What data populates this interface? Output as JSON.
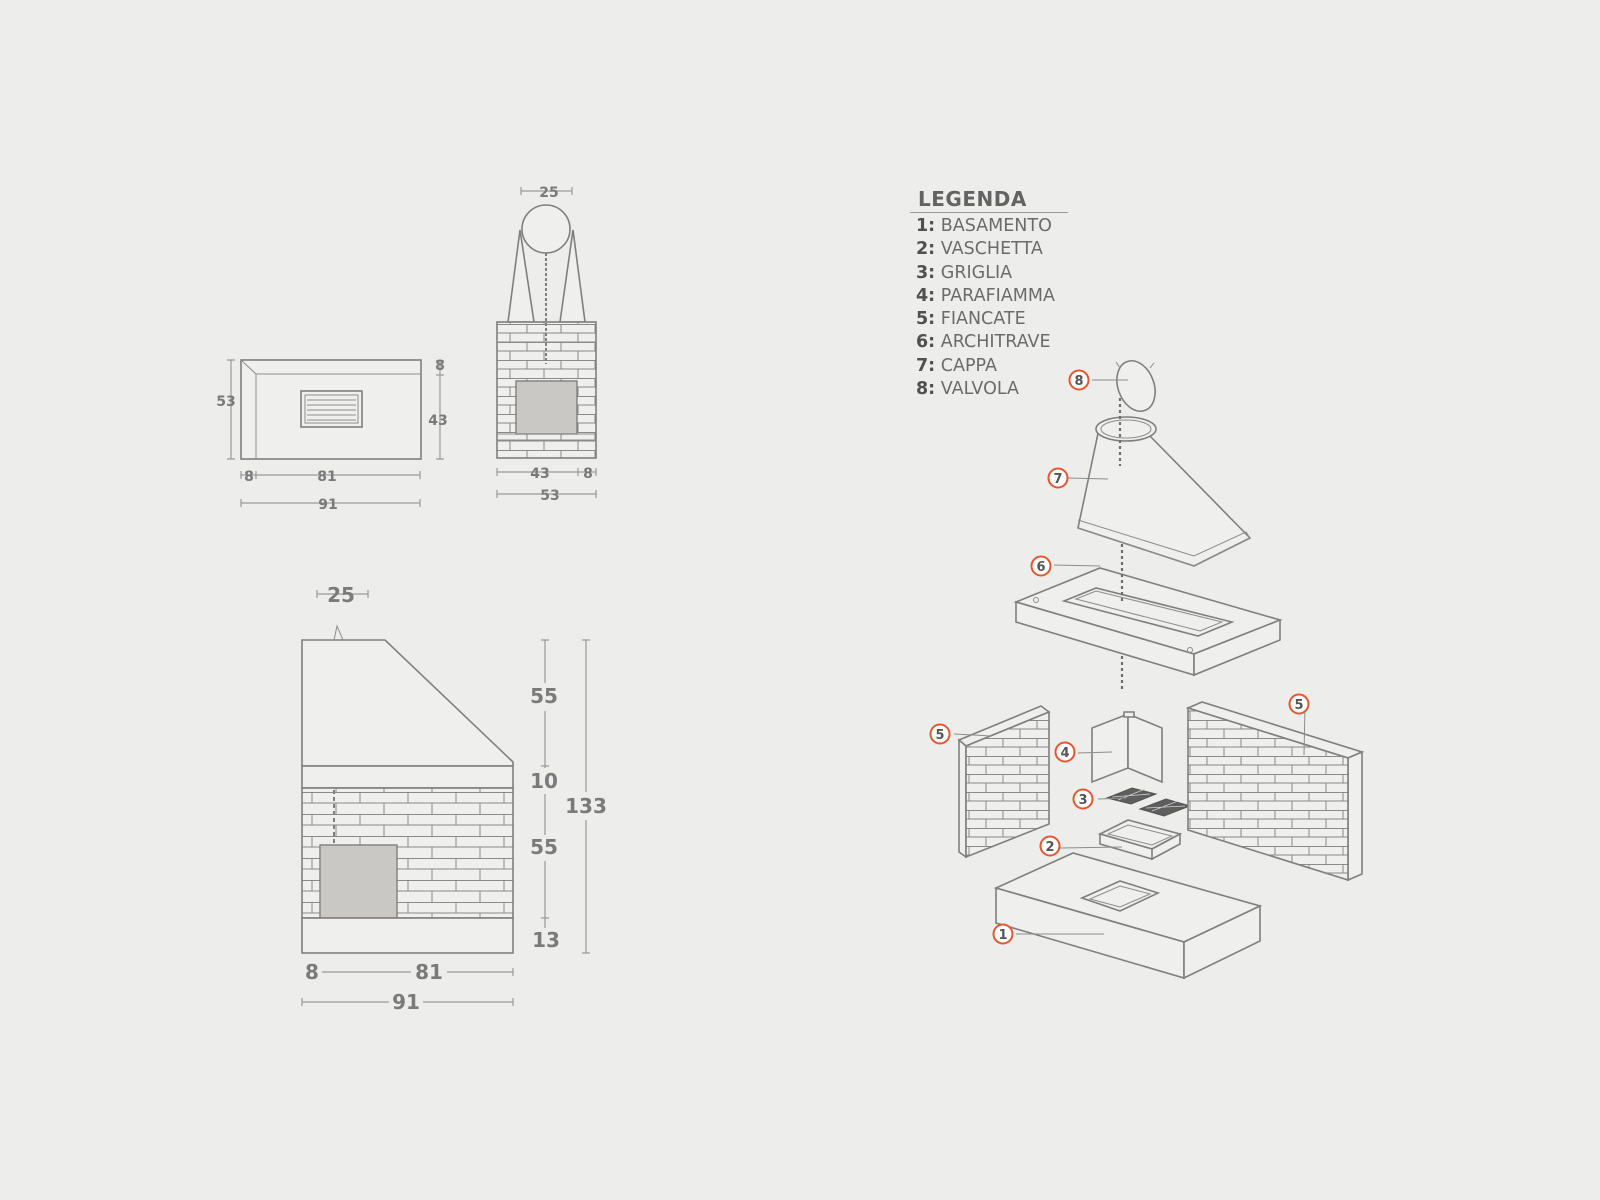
{
  "legend": {
    "title": "LEGENDA",
    "items": [
      {
        "num": "1:",
        "label": "BASAMENTO"
      },
      {
        "num": "2:",
        "label": "VASCHETTA"
      },
      {
        "num": "3:",
        "label": "GRIGLIA"
      },
      {
        "num": "4:",
        "label": "PARAFIAMMA"
      },
      {
        "num": "5:",
        "label": "FIANCATE"
      },
      {
        "num": "6:",
        "label": "ARCHITRAVE"
      },
      {
        "num": "7:",
        "label": "CAPPA"
      },
      {
        "num": "8:",
        "label": "VALVOLA"
      }
    ]
  },
  "top_view": {
    "dims": {
      "depth": "53",
      "inner_top": "8",
      "inner_depth": "43",
      "left": "8",
      "width_inner": "81",
      "width_total": "91"
    }
  },
  "side_view": {
    "dims": {
      "flue": "25",
      "inner": "43",
      "wall": "8",
      "total": "53"
    }
  },
  "front_view": {
    "dims": {
      "flue": "25",
      "hood": "55",
      "lintel": "10",
      "firebox": "55",
      "base": "13",
      "height_total": "133",
      "left": "8",
      "width_inner": "81",
      "width_total": "91"
    }
  },
  "exploded_view": {
    "callouts": [
      "1",
      "2",
      "3",
      "4",
      "5",
      "5",
      "6",
      "7",
      "8"
    ]
  },
  "colors": {
    "callout_ring": "#e2572f",
    "line": "#7f7f7f",
    "background": "#ededec",
    "fill_gray": "#c9c8c4"
  }
}
